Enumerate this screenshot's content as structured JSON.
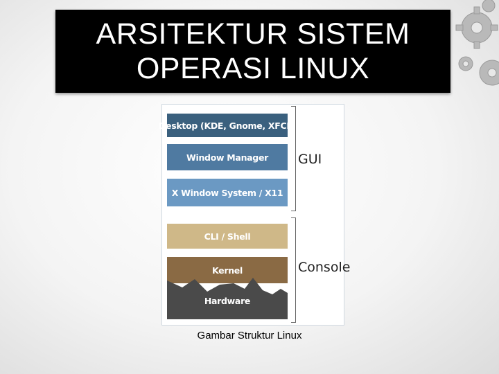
{
  "slide": {
    "title_line1": "ARSITEKTUR SISTEM",
    "title_line2": "OPERASI LINUX",
    "caption": "Gambar Struktur Linux"
  },
  "diagram": {
    "layers": [
      {
        "label": "Desktop (KDE, Gnome, XFCE)",
        "color": "#3a607e"
      },
      {
        "label": "Window Manager",
        "color": "#4f7aa1"
      },
      {
        "label": "X Window System / X11",
        "color": "#6b99c3"
      },
      {
        "label": "CLI / Shell",
        "color": "#cfb888"
      },
      {
        "label": "Kernel",
        "color": "#8a6a44"
      },
      {
        "label": "Hardware",
        "color": "#4a4a4a"
      }
    ],
    "groups": [
      {
        "label": "GUI"
      },
      {
        "label": "Console"
      }
    ]
  },
  "decoration": {
    "icon": "gears-icon"
  }
}
